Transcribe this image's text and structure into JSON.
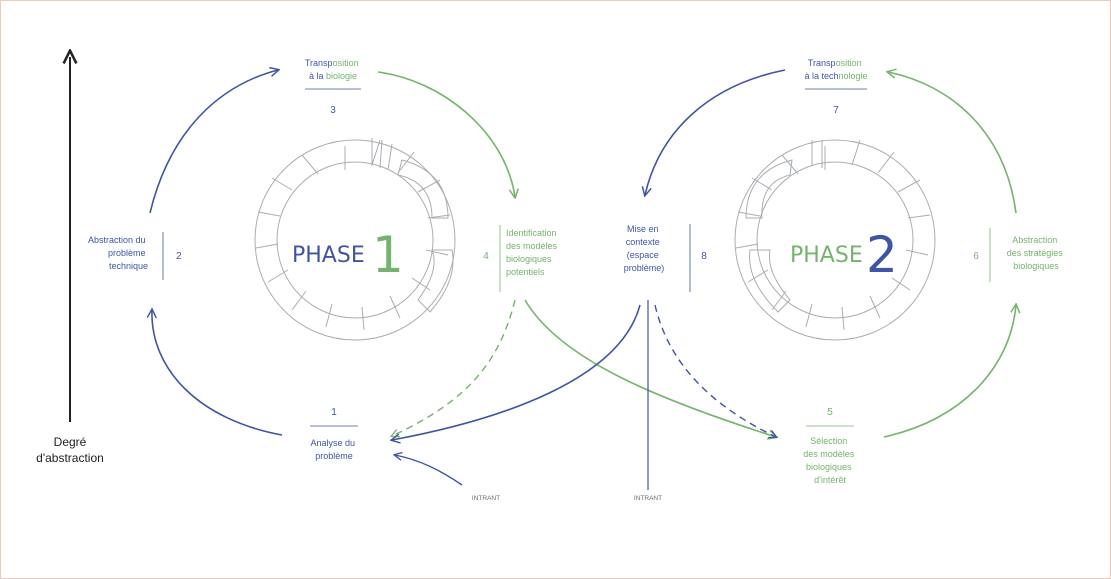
{
  "axis": {
    "label_line1": "Degré",
    "label_line2": "d'abstraction"
  },
  "phase1": {
    "word": "PHASE",
    "number": "1"
  },
  "phase2": {
    "word": "PHASE",
    "number": "2"
  },
  "steps": {
    "s1": {
      "num": "1",
      "lines": [
        "Analyse du",
        "problème"
      ]
    },
    "s2": {
      "num": "2",
      "lines": [
        "Abstraction du",
        "problème",
        "technique"
      ]
    },
    "s3": {
      "num": "3",
      "line1_a": "Transp",
      "line1_b": "osition",
      "line2_a": "à la ",
      "line2_b": "biologie"
    },
    "s4": {
      "num": "4",
      "lines": [
        "Identification",
        "des modèles",
        "biologiques",
        "potentiels"
      ]
    },
    "s5": {
      "num": "5",
      "lines": [
        "Sélection",
        "des modèles",
        "biologiques",
        "d'intérêt"
      ]
    },
    "s6": {
      "num": "6",
      "lines": [
        "Abstraction",
        "des stratégies",
        "biologiques"
      ]
    },
    "s7": {
      "num": "7",
      "line1_a": "Transp",
      "line1_b": "osition",
      "line2_a": "à la tech",
      "line2_b": "nologie"
    },
    "s8": {
      "num": "8",
      "lines": [
        "Mise en",
        "contexte",
        "(espace",
        "problème)"
      ]
    }
  },
  "inputs": {
    "left": "INTRANT",
    "right": "INTRANT"
  },
  "colors": {
    "blue": "#3f55a3",
    "green": "#74b46c",
    "gear": "#a9aeb3",
    "axis": "#222222"
  }
}
